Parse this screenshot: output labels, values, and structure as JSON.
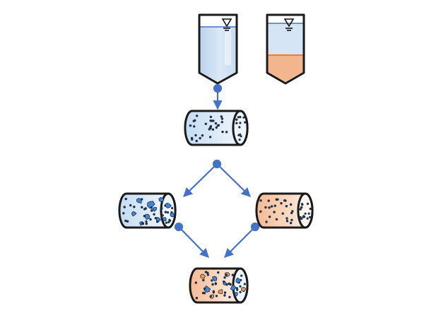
{
  "diagram": {
    "tubes": [
      {
        "id": "tube-blue",
        "liquid": "blue-solution",
        "fill_level": 0.72,
        "marker": "liquid-level-symbol"
      },
      {
        "id": "tube-orange",
        "liquid": "two-layer-orange-blue",
        "fill_level": 0.85,
        "marker": "liquid-level-symbol"
      }
    ],
    "cylinders": [
      {
        "id": "cylinder-blue-dots",
        "fill": "blue-gradient",
        "content": "dots"
      },
      {
        "id": "cylinder-blue-particles",
        "fill": "blue-gradient",
        "content": "dots-and-blue-particles"
      },
      {
        "id": "cylinder-orange-dots",
        "fill": "orange-gradient",
        "content": "dots"
      },
      {
        "id": "cylinder-mixed",
        "fill": "orange-blue-gradient",
        "content": "dots-blue-and-orange-particles"
      }
    ],
    "flow": [
      {
        "from": "tube-blue",
        "to": "cylinder-blue-dots"
      },
      {
        "from": "split-node",
        "to": "cylinder-blue-particles"
      },
      {
        "from": "split-node",
        "to": "cylinder-orange-dots"
      },
      {
        "from": "cylinder-blue-particles",
        "to": "cylinder-mixed"
      },
      {
        "from": "cylinder-orange-dots",
        "to": "cylinder-mixed"
      }
    ],
    "colors": {
      "blue_light": "#dce9f7",
      "blue_mid": "#c3d9f0",
      "blue_particle": "#3f86d6",
      "orange_light": "#fbe3d3",
      "orange_fill": "#f3b58d",
      "orange_particle": "#f09a56",
      "arrow": "#4472c4",
      "outline": "#1a1a1a",
      "dot": "#1f2f46",
      "tube_outline": "#ed7d31"
    }
  }
}
